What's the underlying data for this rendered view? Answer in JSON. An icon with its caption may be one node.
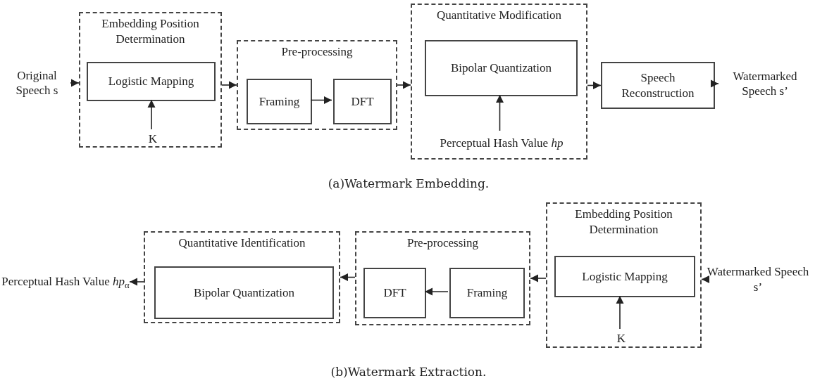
{
  "diagram": {
    "nodes": [
      {
        "text": [
          "Original Speech s"
        ]
      },
      {
        "text": [
          "Embedding Position Determination"
        ]
      },
      {
        "text": [
          "Logistic Mapping"
        ],
        "in": 1
      },
      {
        "text": [
          "K"
        ],
        "in": 1
      },
      {
        "text": [
          "Pre-processing"
        ]
      },
      {
        "text": [
          "Framing"
        ],
        "in": 4
      },
      {
        "text": [
          "DFT"
        ],
        "in": 4
      },
      {
        "text": [
          "Quantitative Modification"
        ]
      },
      {
        "text": [
          "Bipolar Quantization"
        ],
        "in": 7
      },
      {
        "text": [
          "Perceptual Hash Value *hp*"
        ],
        "in": 7
      },
      {
        "text": [
          "Speech Reconstruction"
        ]
      },
      {
        "text": [
          "Watermarked Speech s’"
        ]
      },
      {
        "text": [
          "Perceptual Hash Value *hp*$_{α}$"
        ]
      },
      {
        "text": [
          "Quantitative Identification"
        ]
      },
      {
        "text": [
          "Bipolar Quantization"
        ],
        "in": 13
      },
      {
        "text": [
          "Pre-processing"
        ]
      },
      {
        "text": [
          "DFT"
        ],
        "in": 15
      },
      {
        "text": [
          "Framing"
        ],
        "in": 15
      },
      {
        "text": [
          "Embedding Position Determination"
        ]
      },
      {
        "text": [
          "Logistic Mapping"
        ],
        "in": 18
      },
      {
        "text": [
          "K"
        ],
        "in": 18
      },
      {
        "text": [
          "Watermarked Speech s’"
        ]
      }
    ],
    "edges": [
      {
        "from": 0,
        "to": 1,
        "arrow": "to"
      },
      {
        "from": 3,
        "to": 2,
        "arrow": "to"
      },
      {
        "from": 1,
        "to": 4,
        "arrow": "to"
      },
      {
        "from": 5,
        "to": 6,
        "arrow": "to"
      },
      {
        "from": 4,
        "to": 7,
        "arrow": "to"
      },
      {
        "from": 9,
        "to": 8,
        "arrow": "to"
      },
      {
        "from": 7,
        "to": 10,
        "arrow": "to"
      },
      {
        "from": 10,
        "to": 11,
        "arrow": "to"
      },
      {
        "from": 21,
        "to": 18,
        "arrow": "to"
      },
      {
        "from": 20,
        "to": 19,
        "arrow": "to"
      },
      {
        "from": 18,
        "to": 15,
        "arrow": "to"
      },
      {
        "from": 17,
        "to": 16,
        "arrow": "to"
      },
      {
        "from": 15,
        "to": 13,
        "arrow": "to"
      },
      {
        "from": 13,
        "to": 12,
        "arrow": "to"
      }
    ],
    "labels": [
      "(a)Watermark Embedding.",
      "(b)Watermark Extraction."
    ]
  }
}
